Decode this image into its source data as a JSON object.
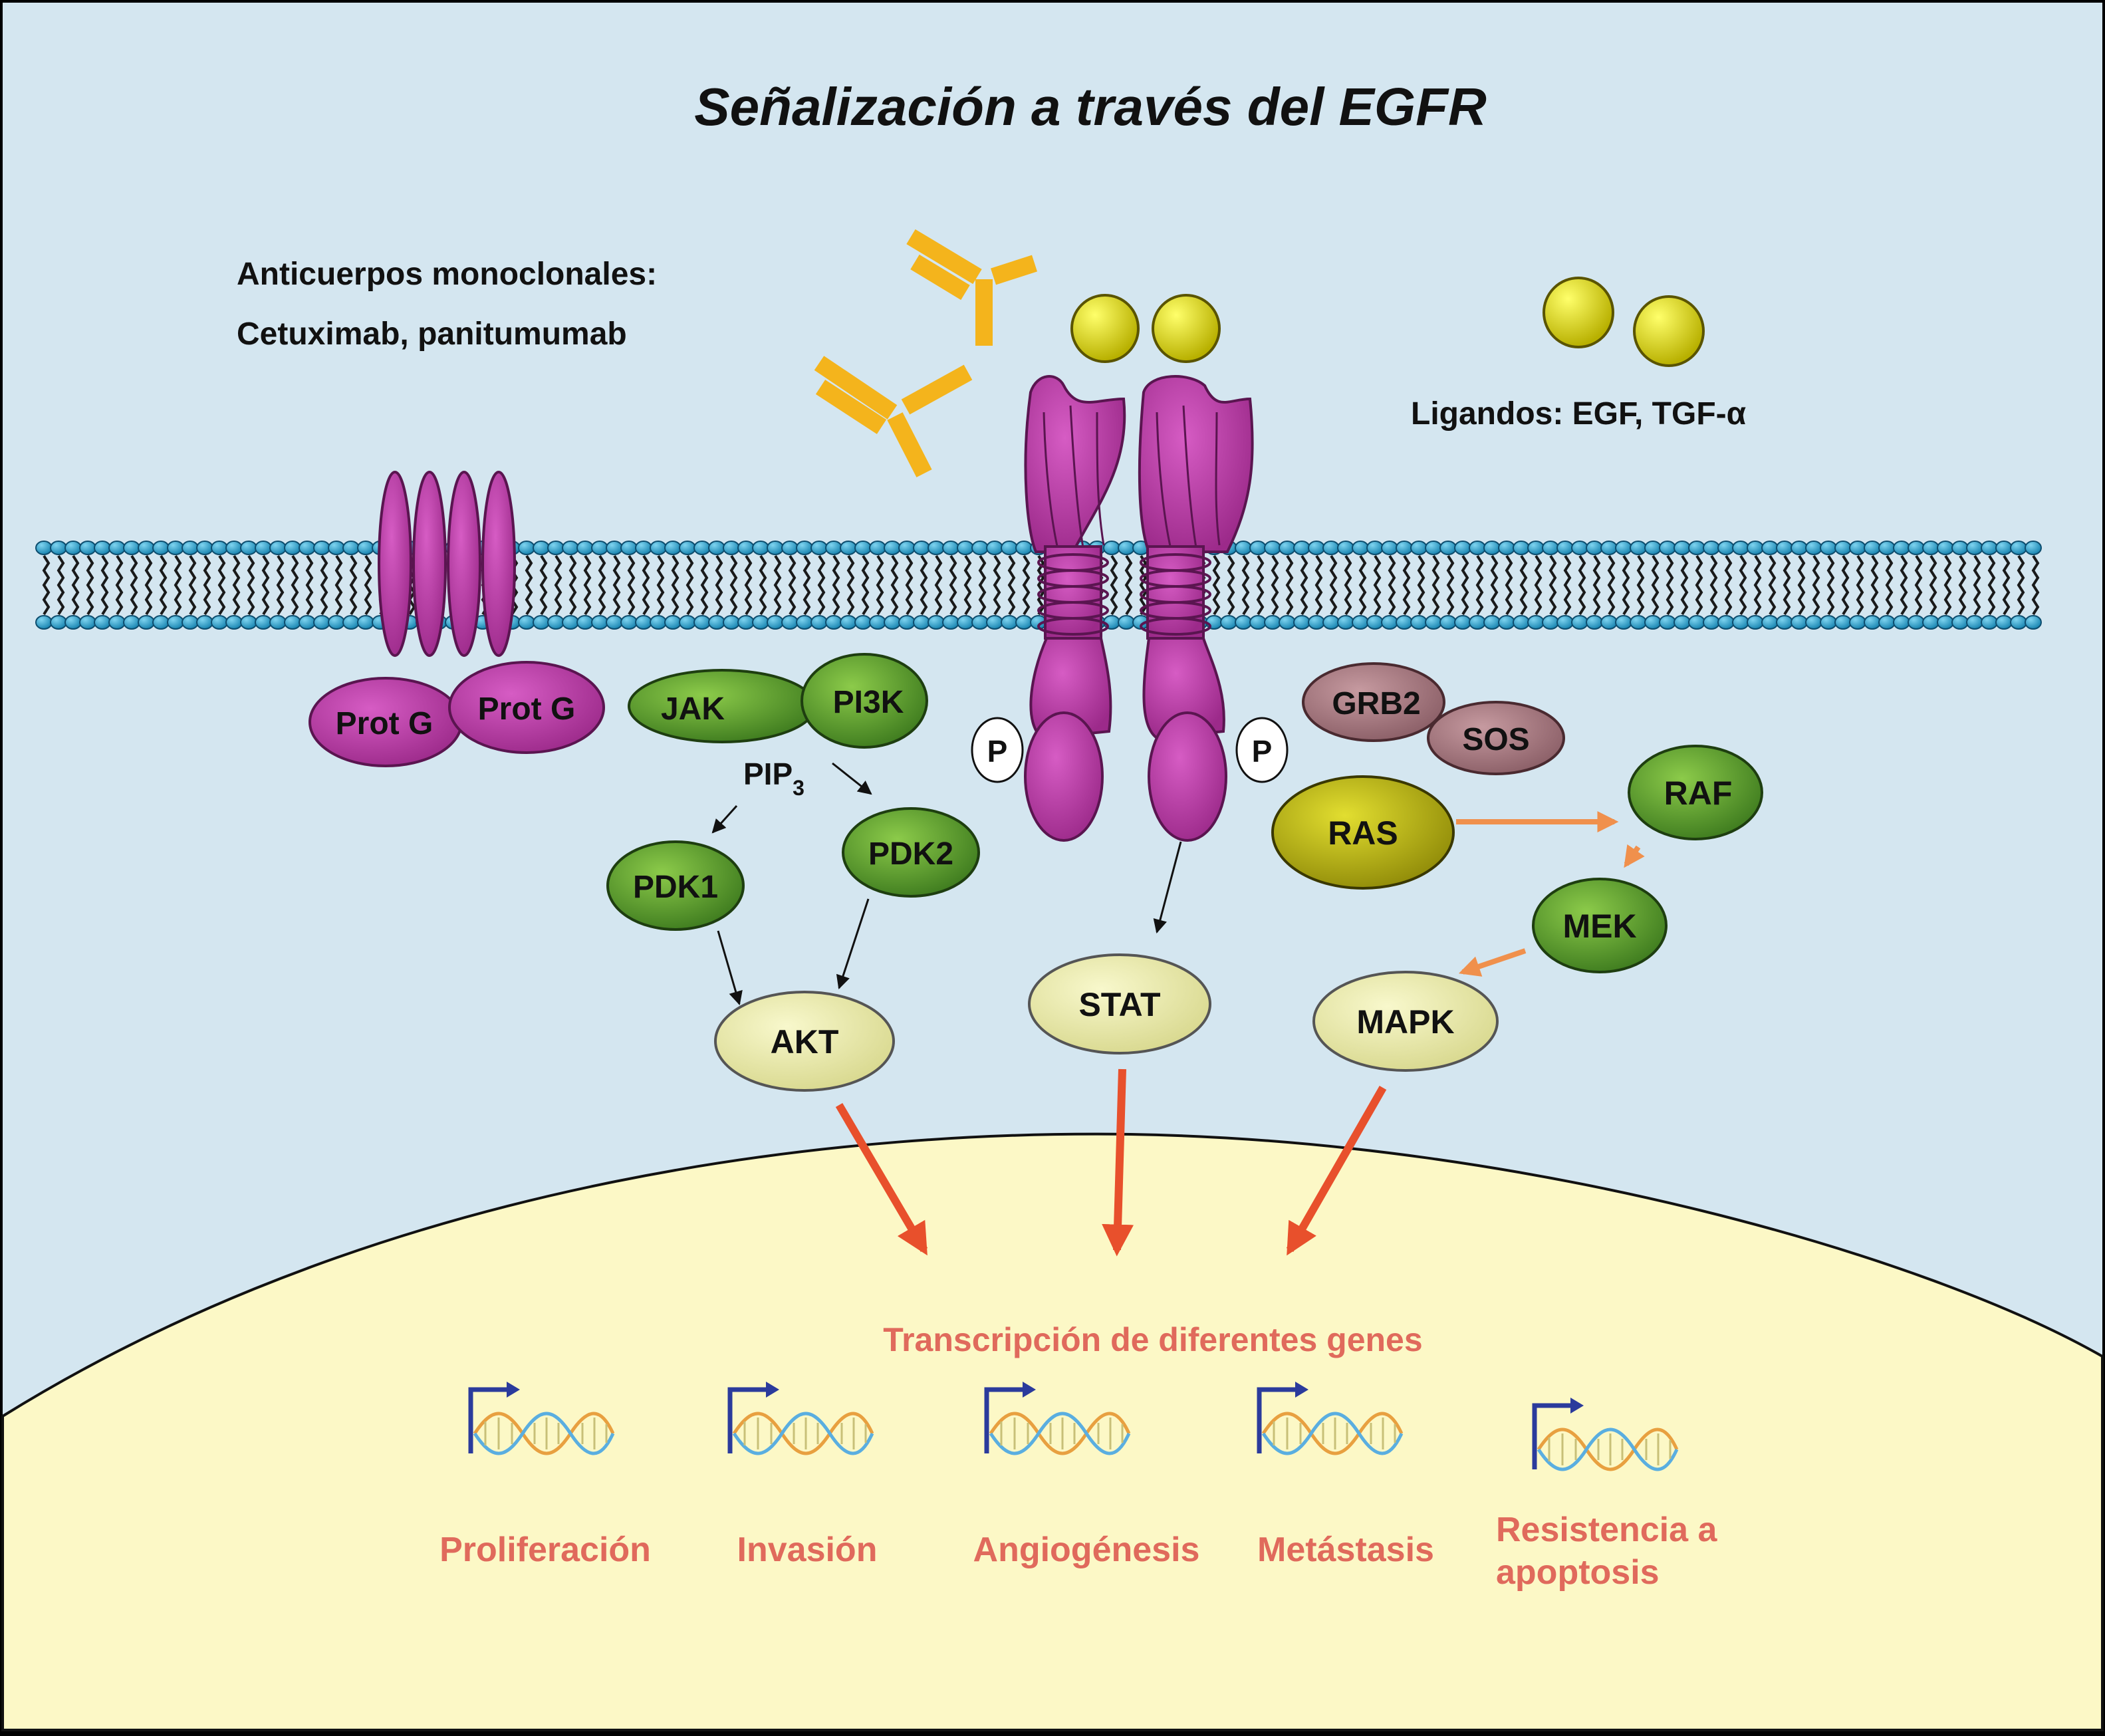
{
  "title": "Señalización a través del EGFR",
  "antibodies": {
    "line1": "Anticuerpos monoclonales:",
    "line2": "Cetuximab, panitumumab"
  },
  "ligands": "Ligandos: EGF, TGF-α",
  "proteins": {
    "prot_g_1": "Prot G",
    "prot_g_2": "Prot G",
    "jak": "JAK",
    "pi3k": "PI3K",
    "pip3": "PIP",
    "pip3_sub": "3",
    "pdk1": "PDK1",
    "pdk2": "PDK2",
    "akt": "AKT",
    "stat": "STAT",
    "grb2": "GRB2",
    "sos": "SOS",
    "ras": "RAS",
    "raf": "RAF",
    "mek": "MEK",
    "mapk": "MAPK",
    "p_left": "P",
    "p_right": "P"
  },
  "nucleus": {
    "transcription": "Transcripción de diferentes genes",
    "outcomes": [
      "Proliferación",
      "Invasión",
      "Angiogénesis",
      "Metástasis",
      "Resistencia a",
      "apoptosis"
    ]
  },
  "colors": {
    "background": "#d4e6f0",
    "nucleus": "#fcf8c6",
    "receptor": "#b3399e",
    "green": "#5a9a2c",
    "yellow_node": "#ecedaa",
    "ras": "#b8b410",
    "grb": "#a87c83",
    "antibody": "#f4b41c",
    "ligand": "#e6e000",
    "red_arrow": "#e8502c",
    "orange_arrow": "#f0904c",
    "outcome_text": "#e06a5c"
  }
}
